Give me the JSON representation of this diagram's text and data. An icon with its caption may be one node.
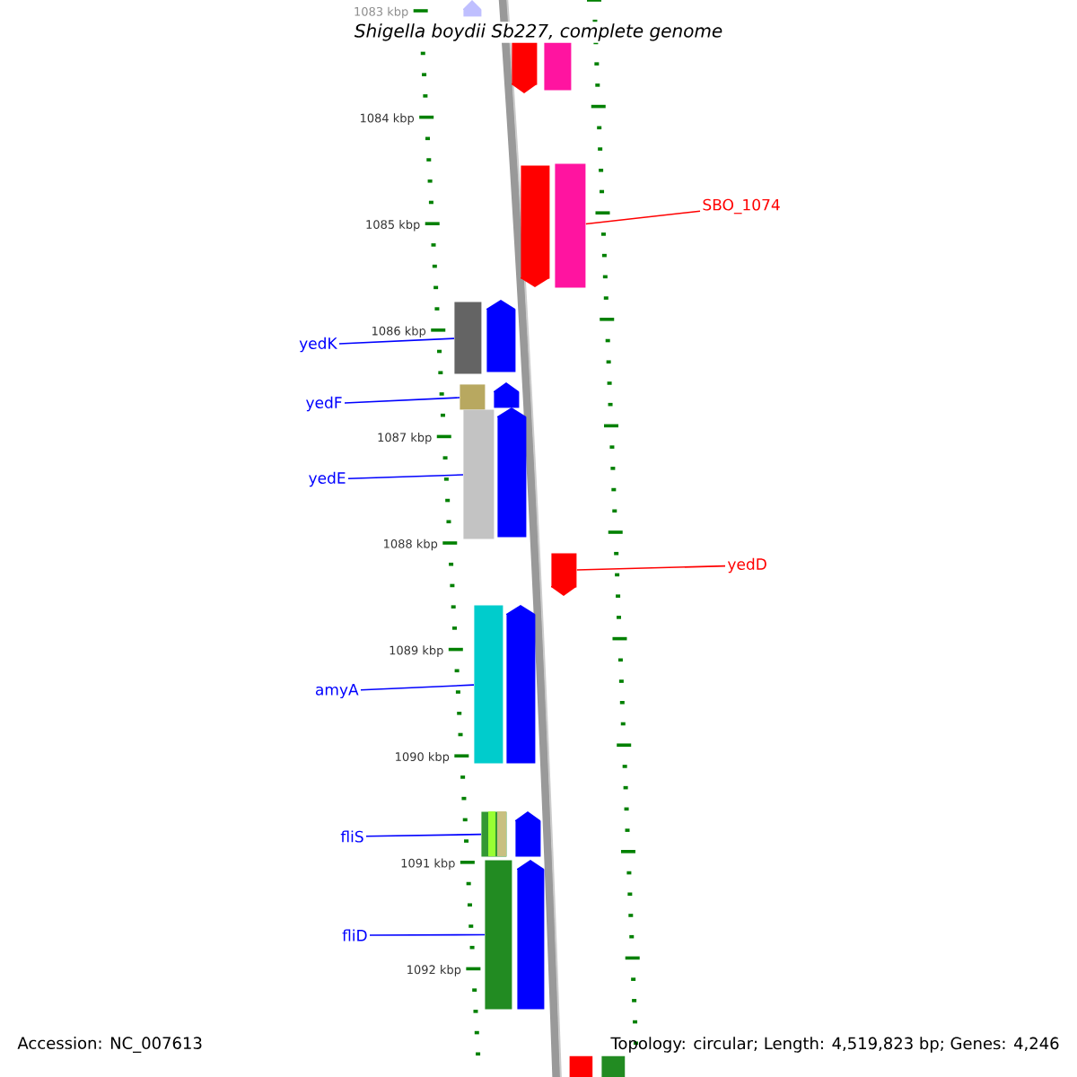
{
  "diagram": {
    "title": "Shigella boydii Sb227, complete genome",
    "nodes": [
      {
        "text": [
          "SBO_1074"
        ]
      },
      {
        "text": [],
        "shape": "bar"
      },
      {
        "text": [
          "yedK"
        ]
      },
      {
        "text": [],
        "shape": "bar"
      },
      {
        "text": [
          "yedF"
        ]
      },
      {
        "text": [],
        "shape": "bar"
      },
      {
        "text": [
          "yedE"
        ]
      },
      {
        "text": [],
        "shape": "bar"
      },
      {
        "text": [
          "yedD"
        ]
      },
      {
        "text": [],
        "shape": "bar"
      },
      {
        "text": [
          "amyA"
        ]
      },
      {
        "text": [],
        "shape": "bar"
      },
      {
        "text": [
          "fliS"
        ]
      },
      {
        "text": [],
        "shape": "bar"
      },
      {
        "text": [
          "fliD"
        ]
      },
      {
        "text": [],
        "shape": "bar"
      },
      {
        "text": [],
        "shape": "bar"
      },
      {
        "text": [],
        "shape": "bar"
      },
      {
        "text": [],
        "shape": "bar"
      },
      {
        "text": [],
        "shape": "bar"
      },
      {
        "text": [],
        "shape": "bar"
      },
      {
        "text": [],
        "shape": "bar"
      },
      {
        "text": [],
        "shape": "bar"
      },
      {
        "text": [],
        "shape": "bar"
      },
      {
        "text": [],
        "shape": "bar"
      },
      {
        "text": [],
        "shape": "bar"
      },
      {
        "text": [],
        "shape": "bar"
      },
      {
        "text": [],
        "shape": "bar"
      }
    ],
    "edges": [
      {
        "from": 0,
        "to": 25,
        "arrow": "none",
        "color": "#ff0000"
      },
      {
        "from": 2,
        "to": 3,
        "arrow": "none"
      },
      {
        "from": 4,
        "to": 5,
        "arrow": "none"
      },
      {
        "from": 6,
        "to": 7,
        "arrow": "none"
      },
      {
        "from": 8,
        "to": 9,
        "arrow": "none",
        "color": "#ff0000"
      },
      {
        "from": 10,
        "to": 11,
        "arrow": "none"
      },
      {
        "from": 12,
        "to": 13,
        "arrow": "none"
      },
      {
        "from": 14,
        "to": 15,
        "arrow": "none"
      }
    ],
    "labels": [
      "1083 kbp",
      "1084 kbp",
      "1085 kbp",
      "1086 kbp",
      "1087 kbp",
      "1088 kbp",
      "1089 kbp",
      "1090 kbp",
      "1091 kbp",
      "1092 kbp",
      "Accession: NC_007613",
      "Topology: circular; Length: 4,519,823 bp; Genes: 4,246"
    ]
  }
}
